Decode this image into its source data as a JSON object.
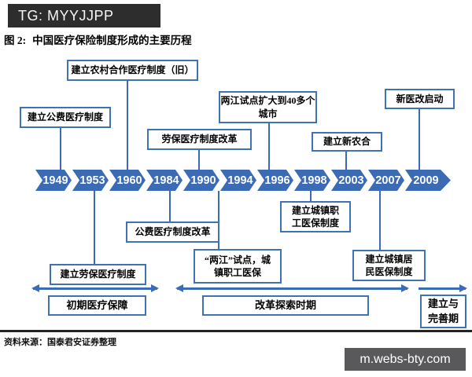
{
  "header": {
    "tag_label": "TG: MYYJJPP"
  },
  "figure": {
    "title_label": "图 2:",
    "title_text": "中国医疗保险制度形成的主要历程"
  },
  "timeline": {
    "years": [
      "1949",
      "1953",
      "1960",
      "1984",
      "1990",
      "1994",
      "1996",
      "1998",
      "2003",
      "2007",
      "2009"
    ]
  },
  "events_above": {
    "public_medical": "建立公费医疗制度",
    "rural_coop_old": "建立农村合作医疗制度（旧）",
    "labor_medical_reform": "劳保医疗制度改革",
    "liangjiang_expand": "两江试点扩大到40多个\n城市",
    "new_rural_coop": "建立新农合",
    "new_reform_launch": "新医改启动"
  },
  "events_below": {
    "labor_medical_est": "建立劳保医疗制度",
    "public_medical_reform": "公费医疗制度改革",
    "liangjiang_pilot": "“两江”试点，城\n镇职工医保",
    "urban_employee": "建立城镇职\n工医保制度",
    "urban_resident": "建立城镇居\n民医保制度"
  },
  "stages": {
    "early": "初期医疗保障",
    "reform": "改革探索时期",
    "establish": "建立与\n完善期"
  },
  "footer": {
    "source": "资料来源：国泰君安证券整理"
  },
  "watermark": {
    "text": "m.webs-bty.com"
  },
  "colors": {
    "accent_blue": "#3a6bb4",
    "header_bg": "#2d2d2d",
    "watermark_bg": "#59595b"
  }
}
